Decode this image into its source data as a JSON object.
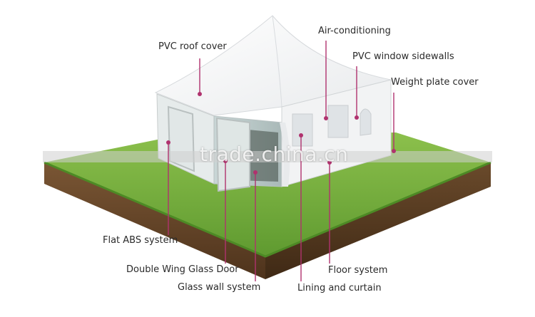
{
  "labels": {
    "pvc_roof_cover": "PVC roof cover",
    "air_conditioning": "Air-conditioning",
    "pvc_window_sidewalls": "PVC window  sidewalls",
    "weight_plate_cover": "Weight plate cover",
    "flat_abs_system": "Flat ABS system",
    "double_wing_glass_door": "Double Wing Glass Door",
    "glass_wall_system": "Glass wall system",
    "floor_system": "Floor system",
    "lining_and_curtain": "Lining and curtain"
  },
  "watermark": "trade.china.cn",
  "colors": {
    "leader_line": "#b0326e",
    "grass": "#6fa83a",
    "soil": "#6b4a2b",
    "tent_white": "#f4f5f6",
    "background": "#ffffff"
  }
}
